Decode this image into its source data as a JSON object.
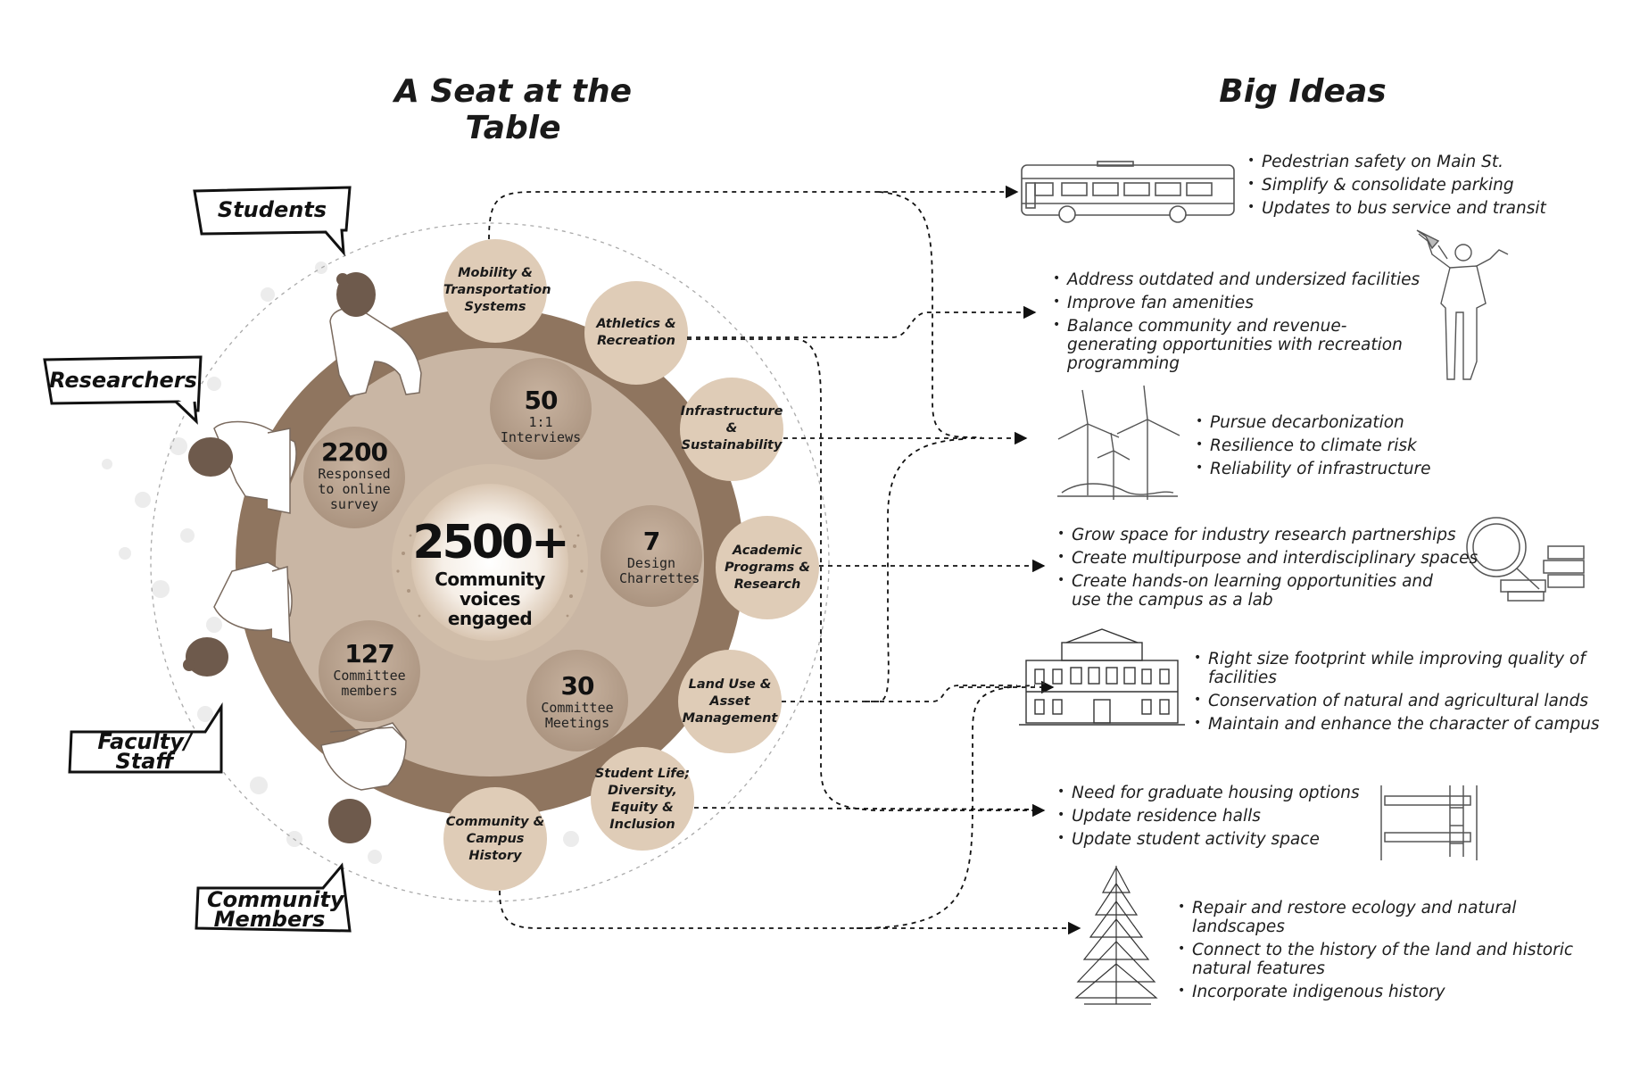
{
  "headings": {
    "left": "A Seat at the Table",
    "right": "Big Ideas"
  },
  "stakeholders": [
    "Students",
    "Researchers",
    "Faculty/ Staff",
    "Community Members"
  ],
  "center": {
    "value": "2500+",
    "label": "Community voices engaged"
  },
  "stats": [
    {
      "value": "50",
      "label": "1:1 Interviews"
    },
    {
      "value": "2200",
      "label": "Responsed to online survey"
    },
    {
      "value": "7",
      "label": "Design Charrettes"
    },
    {
      "value": "127",
      "label": "Committee members"
    },
    {
      "value": "30",
      "label": "Committee Meetings"
    }
  ],
  "topics": [
    "Mobility & Transportation Systems",
    "Athletics & Recreation",
    "Infrastructure & Sustainability",
    "Academic Programs & Research",
    "Land Use & Asset Management",
    "Student Life; Diversity, Equity & Inclusion",
    "Community & Campus History"
  ],
  "big_ideas": [
    {
      "icon": "bus-icon",
      "items": [
        "Pedestrian safety on Main St.",
        "Simplify & consolidate parking",
        "Updates to bus service and transit"
      ]
    },
    {
      "icon": "athlete-icon",
      "items": [
        "Address outdated and undersized facilities",
        "Improve fan amenities",
        "Balance community and revenue-generating opportunities with recreation programming"
      ]
    },
    {
      "icon": "wind-turbine-icon",
      "items": [
        "Pursue decarbonization",
        "Resilience to climate risk",
        "Reliability of infrastructure"
      ]
    },
    {
      "icon": "magnifier-books-icon",
      "items": [
        "Grow space for industry research partnerships",
        "Create multipurpose and interdisciplinary spaces",
        "Create hands-on learning opportunities and use the campus as a lab"
      ]
    },
    {
      "icon": "campus-building-icon",
      "items": [
        "Right size footprint while improving quality of facilities",
        "Conservation of natural and agricultural lands",
        "Maintain and enhance the character of campus"
      ]
    },
    {
      "icon": "bunk-bed-icon",
      "items": [
        "Need for graduate housing options",
        "Update residence halls",
        "Update student activity space"
      ]
    },
    {
      "icon": "tree-icon",
      "items": [
        "Repair and restore ecology and natural landscapes",
        "Connect to the history of the land and historic natural features",
        "Incorporate indigenous history"
      ]
    }
  ],
  "colors": {
    "table_rim": "#8f755f",
    "table_top": "#c9b6a4",
    "topic_circle": "#dfccb7",
    "stat_circle": "#b9a391",
    "person_hair": "#6e5a4c"
  }
}
